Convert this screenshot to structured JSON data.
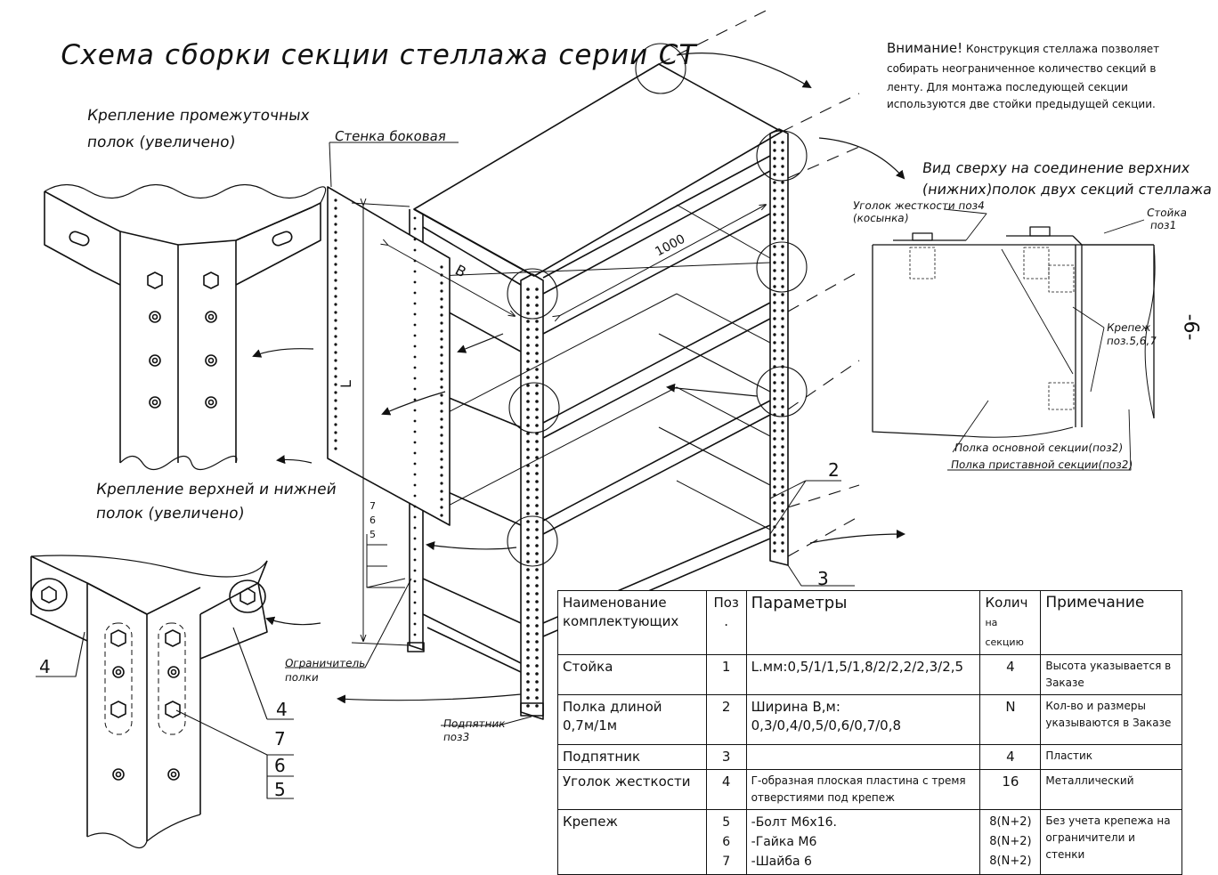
{
  "title": "Схема сборки секции стеллажа серии СТ",
  "labels": {
    "intermediate_mount_line1": "Крепление промежуточных",
    "intermediate_mount_line2": "полок (увеличено)",
    "top_bottom_mount_line1": "Крепление верхней и нижней",
    "top_bottom_mount_line2": "полок (увеличено)",
    "side_wall": "Стенка боковая",
    "limiter_line1": "Ограничитель",
    "limiter_line2": "полки",
    "foot_line1": "Подпятник",
    "foot_line2": "поз3",
    "dim_length": "1000",
    "dim_width": "B",
    "dim_height": "L",
    "pos2": "2",
    "pos3": "3",
    "pos4_a": "4",
    "pos4_b": "4",
    "stack_upper": [
      "7",
      "6",
      "5"
    ],
    "stack_lower": [
      "7",
      "6",
      "5"
    ],
    "page_number": "-6-"
  },
  "notice": {
    "heading": "Внимание!",
    "lines": [
      "Конструкция стеллажа позволяет",
      "собирать неограниченное количество секций в",
      "ленту. Для монтажа последующей секции",
      "используются две стойки предыдущей секции."
    ]
  },
  "top_view": {
    "title_line1": "Вид сверху на соединение верхних",
    "title_line2": "(нижних)полок двух секций стеллажа",
    "corner_label_line1": "Уголок жесткости поз4",
    "corner_label_line2": "(косынка)",
    "post_label_line1": "Стойка",
    "post_label_line2": "поз1",
    "fastener_line1": "Крепеж",
    "fastener_line2": "поз.5,6,7",
    "shelf_main": "Полка основной секции(поз2)",
    "shelf_extra": "Полка приставной секции(поз2)"
  },
  "table": {
    "headers": {
      "name_line1": "Наименование",
      "name_line2": "комплектующих",
      "pos_line1": "Поз",
      "pos_line2": ".",
      "params": "Параметры",
      "qty_line1": "Колич",
      "qty_line2": "на",
      "qty_line3": "секцию",
      "note": "Примечание"
    },
    "rows": [
      {
        "name": "Стойка",
        "pos": "1",
        "params": "L.мм:0,5/1/1,5/1,8/2/2,2/2,3/2,5",
        "qty": "4",
        "note": "Высота указывается в Заказе"
      },
      {
        "name": "Полка длиной 0,7м/1м",
        "pos": "2",
        "params": "Ширина В,м: 0,3/0,4/0,5/0,6/0,7/0,8",
        "qty": "N",
        "note": "Кол-во и размеры указываются в Заказе"
      },
      {
        "name": "Подпятник",
        "pos": "3",
        "params": "",
        "qty": "4",
        "note": "Пластик"
      },
      {
        "name": "Уголок жесткости",
        "pos": "4",
        "params": "Г-образная плоская пластина с тремя отверстиями под крепеж",
        "qty": "16",
        "note": "Металлический"
      },
      {
        "name": "Крепеж",
        "pos": "5",
        "params": "-Болт М6х16.",
        "qty": "8(N+2)",
        "note": "Без учета крепежа на ограничители и стенки"
      },
      {
        "name": "",
        "pos": "6",
        "params": "-Гайка М6",
        "qty": "8(N+2)",
        "note": ""
      },
      {
        "name": "",
        "pos": "7",
        "params": "-Шайба 6",
        "qty": "8(N+2)",
        "note": ""
      }
    ]
  }
}
